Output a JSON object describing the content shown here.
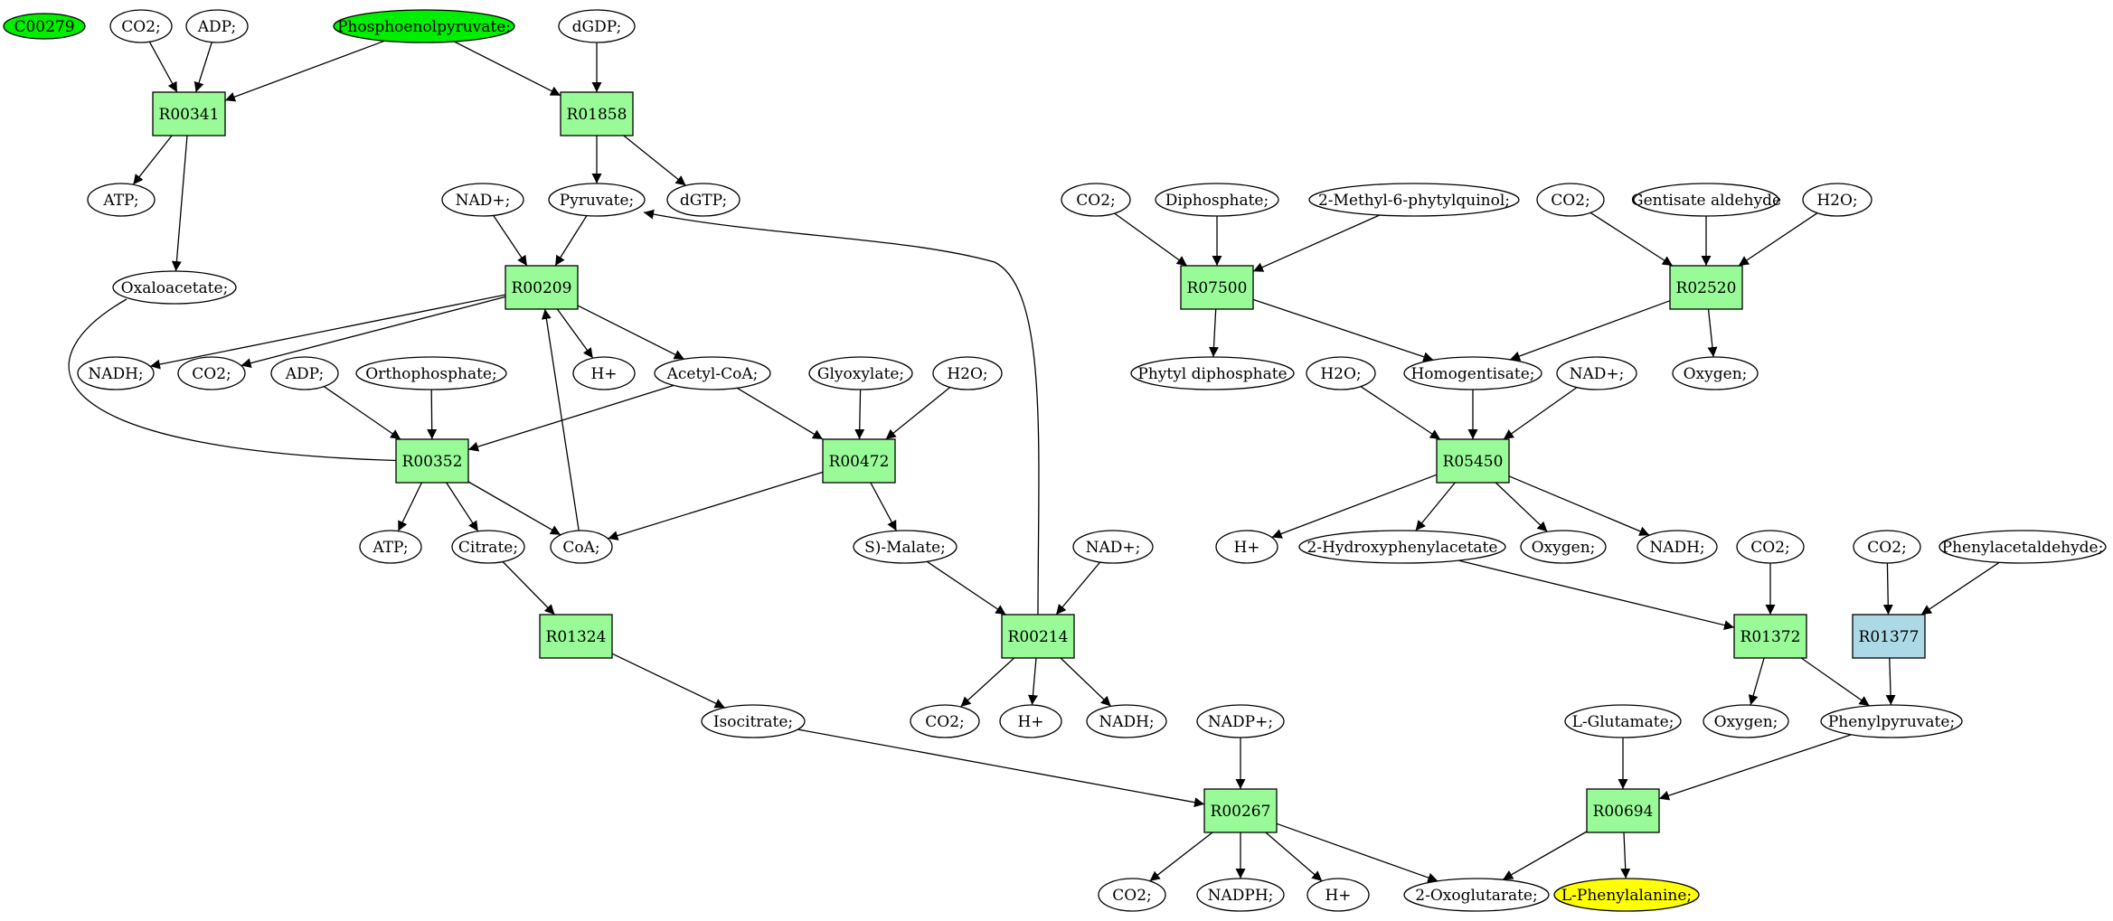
{
  "colors": {
    "compound": "#ffffff",
    "source": "#00ee00",
    "target": "#ffff00",
    "reaction": "#98fb98",
    "reaction_alt": "#add8e6",
    "stroke": "#000000"
  },
  "nodes": [
    {
      "id": "C00279",
      "label": "C00279",
      "kind": "source"
    },
    {
      "id": "co2_a",
      "label": "CO2;",
      "kind": "compound"
    },
    {
      "id": "adp_a",
      "label": "ADP;",
      "kind": "compound"
    },
    {
      "id": "pep",
      "label": "Phosphoenolpyruvate;",
      "kind": "source"
    },
    {
      "id": "dgdp",
      "label": "dGDP;",
      "kind": "compound"
    },
    {
      "id": "R00341",
      "label": "R00341",
      "kind": "reaction"
    },
    {
      "id": "R01858",
      "label": "R01858",
      "kind": "reaction"
    },
    {
      "id": "atp_a",
      "label": "ATP;",
      "kind": "compound"
    },
    {
      "id": "nadp_a",
      "label": "NAD+;",
      "kind": "compound"
    },
    {
      "id": "pyruvate",
      "label": "Pyruvate;",
      "kind": "compound"
    },
    {
      "id": "dgtp",
      "label": "dGTP;",
      "kind": "compound"
    },
    {
      "id": "oxaloacetate",
      "label": "Oxaloacetate;",
      "kind": "compound"
    },
    {
      "id": "R00209",
      "label": "R00209",
      "kind": "reaction"
    },
    {
      "id": "nadh_a",
      "label": "NADH;",
      "kind": "compound"
    },
    {
      "id": "co2_b",
      "label": "CO2;",
      "kind": "compound"
    },
    {
      "id": "adp_b",
      "label": "ADP;",
      "kind": "compound"
    },
    {
      "id": "orthophosphate",
      "label": "Orthophosphate;",
      "kind": "compound"
    },
    {
      "id": "hplus_a",
      "label": "H+",
      "kind": "compound"
    },
    {
      "id": "acetylcoa",
      "label": "Acetyl-CoA;",
      "kind": "compound"
    },
    {
      "id": "glyoxylate",
      "label": "Glyoxylate;",
      "kind": "compound"
    },
    {
      "id": "h2o_a",
      "label": "H2O;",
      "kind": "compound"
    },
    {
      "id": "R00352",
      "label": "R00352",
      "kind": "reaction"
    },
    {
      "id": "R00472",
      "label": "R00472",
      "kind": "reaction"
    },
    {
      "id": "atp_b",
      "label": "ATP;",
      "kind": "compound"
    },
    {
      "id": "citrate",
      "label": "Citrate;",
      "kind": "compound"
    },
    {
      "id": "coa",
      "label": "CoA;",
      "kind": "compound"
    },
    {
      "id": "smalate",
      "label": "S)-Malate;",
      "kind": "compound"
    },
    {
      "id": "nadp_b",
      "label": "NAD+;",
      "kind": "compound"
    },
    {
      "id": "R01324",
      "label": "R01324",
      "kind": "reaction"
    },
    {
      "id": "R00214",
      "label": "R00214",
      "kind": "reaction"
    },
    {
      "id": "isocitrate",
      "label": "Isocitrate;",
      "kind": "compound"
    },
    {
      "id": "co2_c",
      "label": "CO2;",
      "kind": "compound"
    },
    {
      "id": "hplus_b",
      "label": "H+",
      "kind": "compound"
    },
    {
      "id": "nadh_b",
      "label": "NADH;",
      "kind": "compound"
    },
    {
      "id": "nadpplus",
      "label": "NADP+;",
      "kind": "compound"
    },
    {
      "id": "R00267",
      "label": "R00267",
      "kind": "reaction"
    },
    {
      "id": "co2_d",
      "label": "CO2;",
      "kind": "compound"
    },
    {
      "id": "nadph",
      "label": "NADPH;",
      "kind": "compound"
    },
    {
      "id": "hplus_c",
      "label": "H+",
      "kind": "compound"
    },
    {
      "id": "oxoglutarate",
      "label": "2-Oxoglutarate;",
      "kind": "compound"
    },
    {
      "id": "co2_e",
      "label": "CO2;",
      "kind": "compound"
    },
    {
      "id": "diphosphate",
      "label": "Diphosphate;",
      "kind": "compound"
    },
    {
      "id": "methylphytyl",
      "label": "2-Methyl-6-phytylquinol;",
      "kind": "compound"
    },
    {
      "id": "co2_f",
      "label": "CO2;",
      "kind": "compound"
    },
    {
      "id": "gentisate",
      "label": "Gentisate aldehyde",
      "kind": "compound"
    },
    {
      "id": "h2o_b",
      "label": "H2O;",
      "kind": "compound"
    },
    {
      "id": "R07500",
      "label": "R07500",
      "kind": "reaction"
    },
    {
      "id": "R02520",
      "label": "R02520",
      "kind": "reaction"
    },
    {
      "id": "phytyldp",
      "label": "Phytyl diphosphate",
      "kind": "compound"
    },
    {
      "id": "h2o_c",
      "label": "H2O;",
      "kind": "compound"
    },
    {
      "id": "homogentisate",
      "label": "Homogentisate;",
      "kind": "compound"
    },
    {
      "id": "nadp_c",
      "label": "NAD+;",
      "kind": "compound"
    },
    {
      "id": "oxygen_a",
      "label": "Oxygen;",
      "kind": "compound"
    },
    {
      "id": "R05450",
      "label": "R05450",
      "kind": "reaction"
    },
    {
      "id": "hplus_d",
      "label": "H+",
      "kind": "compound"
    },
    {
      "id": "hydroxyphenylacetate",
      "label": "2-Hydroxyphenylacetate",
      "kind": "compound"
    },
    {
      "id": "oxygen_b",
      "label": "Oxygen;",
      "kind": "compound"
    },
    {
      "id": "nadh_c",
      "label": "NADH;",
      "kind": "compound"
    },
    {
      "id": "co2_g",
      "label": "CO2;",
      "kind": "compound"
    },
    {
      "id": "co2_h",
      "label": "CO2;",
      "kind": "compound"
    },
    {
      "id": "phenylacetaldehyde",
      "label": "Phenylacetaldehyde;",
      "kind": "compound"
    },
    {
      "id": "R01372",
      "label": "R01372",
      "kind": "reaction"
    },
    {
      "id": "R01377",
      "label": "R01377",
      "kind": "reaction_alt"
    },
    {
      "id": "lglutamate",
      "label": "L-Glutamate;",
      "kind": "compound"
    },
    {
      "id": "oxygen_c",
      "label": "Oxygen;",
      "kind": "compound"
    },
    {
      "id": "phenylpyruvate",
      "label": "Phenylpyruvate;",
      "kind": "compound"
    },
    {
      "id": "R00694",
      "label": "R00694",
      "kind": "reaction"
    },
    {
      "id": "lphenylalanine",
      "label": "L-Phenylalanine;",
      "kind": "target"
    }
  ],
  "edges": [
    {
      "from": "co2_a",
      "to": "R00341"
    },
    {
      "from": "adp_a",
      "to": "R00341"
    },
    {
      "from": "pep",
      "to": "R00341"
    },
    {
      "from": "R00341",
      "to": "atp_a"
    },
    {
      "from": "R00341",
      "to": "oxaloacetate"
    },
    {
      "from": "pep",
      "to": "R01858"
    },
    {
      "from": "dgdp",
      "to": "R01858"
    },
    {
      "from": "R01858",
      "to": "pyruvate"
    },
    {
      "from": "R01858",
      "to": "dgtp"
    },
    {
      "from": "nadp_a",
      "to": "R00209"
    },
    {
      "from": "pyruvate",
      "to": "R00209"
    },
    {
      "from": "coa",
      "to": "R00209"
    },
    {
      "from": "R00209",
      "to": "nadh_a"
    },
    {
      "from": "R00209",
      "to": "co2_b"
    },
    {
      "from": "R00209",
      "to": "hplus_a"
    },
    {
      "from": "R00209",
      "to": "acetylcoa"
    },
    {
      "from": "oxaloacetate",
      "to": "R00352"
    },
    {
      "from": "adp_b",
      "to": "R00352"
    },
    {
      "from": "orthophosphate",
      "to": "R00352"
    },
    {
      "from": "acetylcoa",
      "to": "R00352"
    },
    {
      "from": "R00352",
      "to": "atp_b"
    },
    {
      "from": "R00352",
      "to": "citrate"
    },
    {
      "from": "R00352",
      "to": "coa"
    },
    {
      "from": "acetylcoa",
      "to": "R00472"
    },
    {
      "from": "glyoxylate",
      "to": "R00472"
    },
    {
      "from": "h2o_a",
      "to": "R00472"
    },
    {
      "from": "R00472",
      "to": "coa"
    },
    {
      "from": "R00472",
      "to": "smalate"
    },
    {
      "from": "citrate",
      "to": "R01324"
    },
    {
      "from": "R01324",
      "to": "isocitrate"
    },
    {
      "from": "smalate",
      "to": "R00214"
    },
    {
      "from": "nadp_b",
      "to": "R00214"
    },
    {
      "from": "R00214",
      "to": "pyruvate"
    },
    {
      "from": "R00214",
      "to": "co2_c"
    },
    {
      "from": "R00214",
      "to": "hplus_b"
    },
    {
      "from": "R00214",
      "to": "nadh_b"
    },
    {
      "from": "isocitrate",
      "to": "R00267"
    },
    {
      "from": "nadpplus",
      "to": "R00267"
    },
    {
      "from": "R00267",
      "to": "co2_d"
    },
    {
      "from": "R00267",
      "to": "nadph"
    },
    {
      "from": "R00267",
      "to": "hplus_c"
    },
    {
      "from": "R00267",
      "to": "oxoglutarate"
    },
    {
      "from": "co2_e",
      "to": "R07500"
    },
    {
      "from": "diphosphate",
      "to": "R07500"
    },
    {
      "from": "methylphytyl",
      "to": "R07500"
    },
    {
      "from": "R07500",
      "to": "phytyldp"
    },
    {
      "from": "R07500",
      "to": "homogentisate"
    },
    {
      "from": "co2_f",
      "to": "R02520"
    },
    {
      "from": "gentisate",
      "to": "R02520"
    },
    {
      "from": "h2o_b",
      "to": "R02520"
    },
    {
      "from": "R02520",
      "to": "homogentisate"
    },
    {
      "from": "R02520",
      "to": "oxygen_a"
    },
    {
      "from": "h2o_c",
      "to": "R05450"
    },
    {
      "from": "homogentisate",
      "to": "R05450"
    },
    {
      "from": "nadp_c",
      "to": "R05450"
    },
    {
      "from": "R05450",
      "to": "hplus_d"
    },
    {
      "from": "R05450",
      "to": "hydroxyphenylacetate"
    },
    {
      "from": "R05450",
      "to": "oxygen_b"
    },
    {
      "from": "R05450",
      "to": "nadh_c"
    },
    {
      "from": "hydroxyphenylacetate",
      "to": "R01372"
    },
    {
      "from": "co2_g",
      "to": "R01372"
    },
    {
      "from": "R01372",
      "to": "oxygen_c"
    },
    {
      "from": "R01372",
      "to": "phenylpyruvate"
    },
    {
      "from": "co2_h",
      "to": "R01377"
    },
    {
      "from": "phenylacetaldehyde",
      "to": "R01377"
    },
    {
      "from": "R01377",
      "to": "phenylpyruvate"
    },
    {
      "from": "lglutamate",
      "to": "R00694"
    },
    {
      "from": "phenylpyruvate",
      "to": "R00694"
    },
    {
      "from": "R00694",
      "to": "oxoglutarate"
    },
    {
      "from": "R00694",
      "to": "lphenylalanine"
    }
  ]
}
